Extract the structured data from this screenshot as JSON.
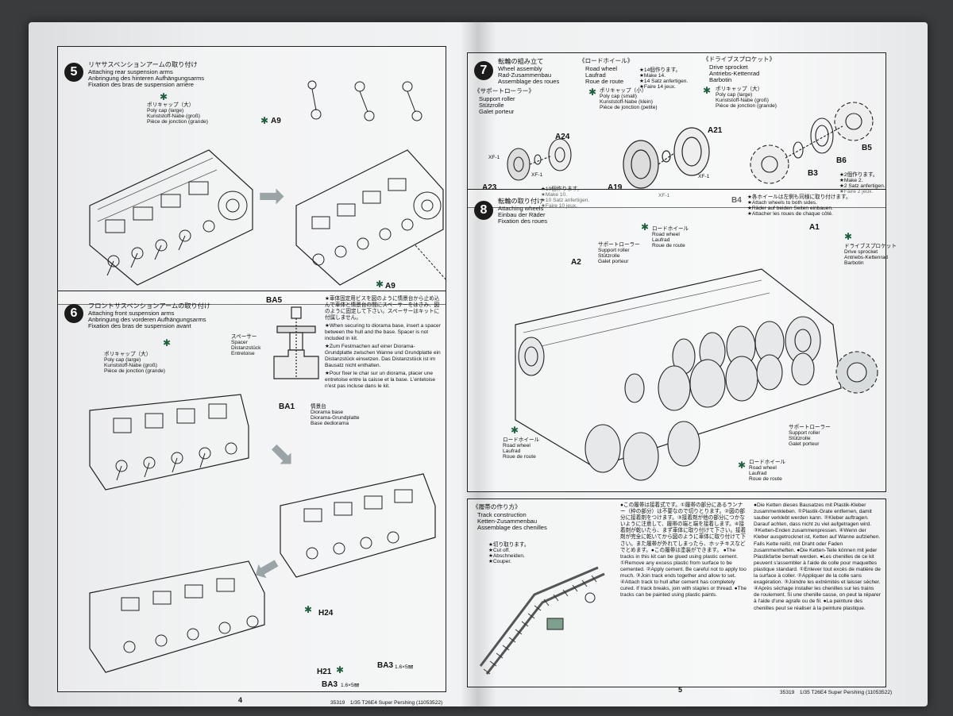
{
  "step5": {
    "num": "5",
    "title_jp": "リヤサスペンションアームの取り付け",
    "title_en": "Attaching rear suspension arms",
    "title_de": "Anbringung des hinteren Aufhängungsarms",
    "title_fr": "Fixation des bras de suspension arrière",
    "polycap": [
      "ポリキャップ（大）",
      "Poly cap (large)",
      "Kunststoff-Nabe (groß)",
      "Pièce de jonction (grande)"
    ],
    "part_a9_top": "A9",
    "part_a9_bottom": "A9"
  },
  "step6": {
    "num": "6",
    "title_jp": "フロントサスペンションアームの取り付け",
    "title_en": "Attaching front suspension arms",
    "title_de": "Anbringung des vorderen Aufhängungsarms",
    "title_fr": "Fixation des bras de suspension avant",
    "polycap": [
      "ポリキャップ（大）",
      "Poly cap (large)",
      "Kunststoff-Nabe (groß)",
      "Pièce de jonction (grande)"
    ],
    "ba5": "BA5",
    "ba1": "BA1",
    "spacer": [
      "スペーサー",
      "Spacer",
      "Distanzstück",
      "Entretoise"
    ],
    "base": [
      "情景台",
      "Diorama base",
      "Diorama-Grundplatte",
      "Base dediorama"
    ],
    "note_jp": "★車体固定用ビスを図のように情景台から止め込んで車体と情景台の間にスペーサーをはさみ、図のように固定して下さい。スペーサーはキットに付属しません。",
    "note_en": "★When securing to diorama base, insert a spacer between the hull and the base. Spacer is not included in kit.",
    "note_de": "★Zum Festmachen auf einer Diorama-Grundplatte zwischen Wanne und Grundplatte ein Distanzstück einsetzen. Das Distanzstück ist im Bausatz nicht enthalten.",
    "note_fr": "★Pour fixer le char sur un diorama, placer une entretoise entre la caisse et la base. L'entetoise n'est pas incluse dans le kit.",
    "h24": "H24",
    "h21": "H21",
    "ba3_a": "BA3",
    "ba3_a_size": "1.6×5㎜",
    "ba3_b": "BA3",
    "ba3_b_size": "1.6×5㎜"
  },
  "step7": {
    "num": "7",
    "title_jp": "転輪の組み立て",
    "title_en": "Wheel assembly",
    "title_de": "Rad-Zusammenbau",
    "title_fr": "Assemblage des roues",
    "road_wheel": [
      "《ロードホイール》",
      "Road wheel",
      "Laufrad",
      "Roue de route"
    ],
    "make14": [
      "★14個作ります。",
      "★Make 14.",
      "★14 Satz anfertigen.",
      "★Faire 14 jeux."
    ],
    "sprocket": [
      "《ドライブスプロケット》",
      "Drive sprocket",
      "Antriebs-Kettenrad",
      "Barbotin"
    ],
    "sprocket_cap": [
      "ポリキャップ（大）",
      "Poly cap (large)",
      "Kunststoff-Nabe (groß)",
      "Pièce de jonction (grande)"
    ],
    "support_roller": [
      "《サポートローラー》",
      "Support roller",
      "Stützrolle",
      "Galet porteur"
    ],
    "small_cap": [
      "ポリキャップ（小）",
      "Poly cap (small)",
      "Kunststoff-Nabe (klein)",
      "Pièce de jonction (petite)"
    ],
    "make10": [
      "★10個作ります。",
      "★Make 10.",
      "★10 Satz anfertigen.",
      "★Faire 10 jeux."
    ],
    "make2": [
      "★2個作ります。",
      "★Make 2.",
      "★2 Satz anfertigen.",
      "★Faire 2 jeux."
    ],
    "parts": {
      "a24": "A24",
      "a23": "A23",
      "a21": "A21",
      "a19": "A19",
      "b5": "B5",
      "b6": "B6",
      "b3": "B3",
      "b4": "B4",
      "xf1a": "XF-1",
      "xf1b": "XF-1",
      "xf1c": "XF-1",
      "xf1d": "XF-1"
    }
  },
  "step8": {
    "num": "8",
    "title_jp": "転輪の取り付け",
    "title_en": "Attaching wheels",
    "title_de": "Einbau der Räder",
    "title_fr": "Fixation des roues",
    "note": [
      "★各ホイールは左側も同様に取り付けます。",
      "★Attach wheels to both sides.",
      "★Räder auf beiden Seiten einbauen.",
      "★Attacher les roues de chaque côté."
    ],
    "road_wheel_top": [
      "ロードホイール",
      "Road wheel",
      "Laufrad",
      "Roue de route"
    ],
    "support_roller_top": [
      "サポートローラー",
      "Support roller",
      "Stützrolle",
      "Galet porteur"
    ],
    "sprocket": [
      "ドライブスプロケット",
      "Drive sprocket",
      "Antriebs-Kettenrad",
      "Barbotin"
    ],
    "support_roller_bottom": [
      "サポートローラー",
      "Support roller",
      "Stützrolle",
      "Galet porteur"
    ],
    "road_wheel_left": [
      "ロードホイール",
      "Road wheel",
      "Laufrad",
      "Roue de route"
    ],
    "road_wheel_bottom": [
      "ロードホイール",
      "Road wheel",
      "Laufrad",
      "Roue de route"
    ],
    "a1": "A1",
    "a2": "A2"
  },
  "track": {
    "title_jp": "《履帯の作り方》",
    "title_en": "Track construction",
    "title_de": "Ketten-Zusammenbau",
    "title_fr": "Assemblage des chenilles",
    "cut": [
      "★切り取ります。",
      "★Cut off.",
      "★Abschneiden.",
      "★Couper."
    ],
    "col1": "●この履帯は接着式です。①履帯の部分にあるランナー（枠の部分）は不要なので切りとります。②図の部分に接着剤をつけます。③接着剤が他の部分につかないように注意して、履帯の端と端を接着します。④接着剤が乾いたら、まず車体に取り付けて下さい。接着剤が完全に乾いてから図のように車体に取り付けて下さい。また履帯が外れてしまったら、ホッチキスなどでとめます。●この履帯は塗装ができます。 ●The tracks in this kit can be glued using plastic cement. ①Remove any excess plastic from surface to be cemented. ②Apply cement. Be careful not to apply too much. ③Join track ends together and allow to set. ④Attach track to hull after cement has completely cured. If track breaks, join with staples or thread. ●The tracks can be painted using plastic paints.",
    "col2": "●Die Ketten dieses Bausatzes mit Plastik-Kleber zusammenkleben. ①Plastik-Grate entfernen, damit sauber verklebt werden kann. ②Kleber auftragen. Darauf achten, dass nicht zu viel aufgetragen wird. ③Ketten-Enden zusammenpressen. ④Wenn der Kleber ausgetrocknet ist, Ketten auf Wanne aufziehen. Falls Kette reißt, mit Draht oder Faden zusammenheften. ●Die Ketten-Teile können mit jeder Plastikfarbe bemalt werden. ●Les chenilles de ce kit peuvent s'assembler à l'aide de colle pour maquettes plastique standard. ①Enlever tout excès de matière de la surface à coller. ②Appliquer de la colle sans exagération. ③Joindre les extrémités et laisser sécher. ④Après séchage installer les chenilles sur les trains de roulement. Si une chenille casse, on peut la réparer à l'aide d'une agrafe ou de fil. ●La peinture des chenilles peut se réaliser à la peinture plastique."
  },
  "footer": {
    "page_left": "4",
    "page_right": "5",
    "code_left": "35319　1/35 T26E4 Super Pershing (11053522)",
    "code_right": "35319　1/35 T26E4 Super Pershing (11053522)"
  }
}
